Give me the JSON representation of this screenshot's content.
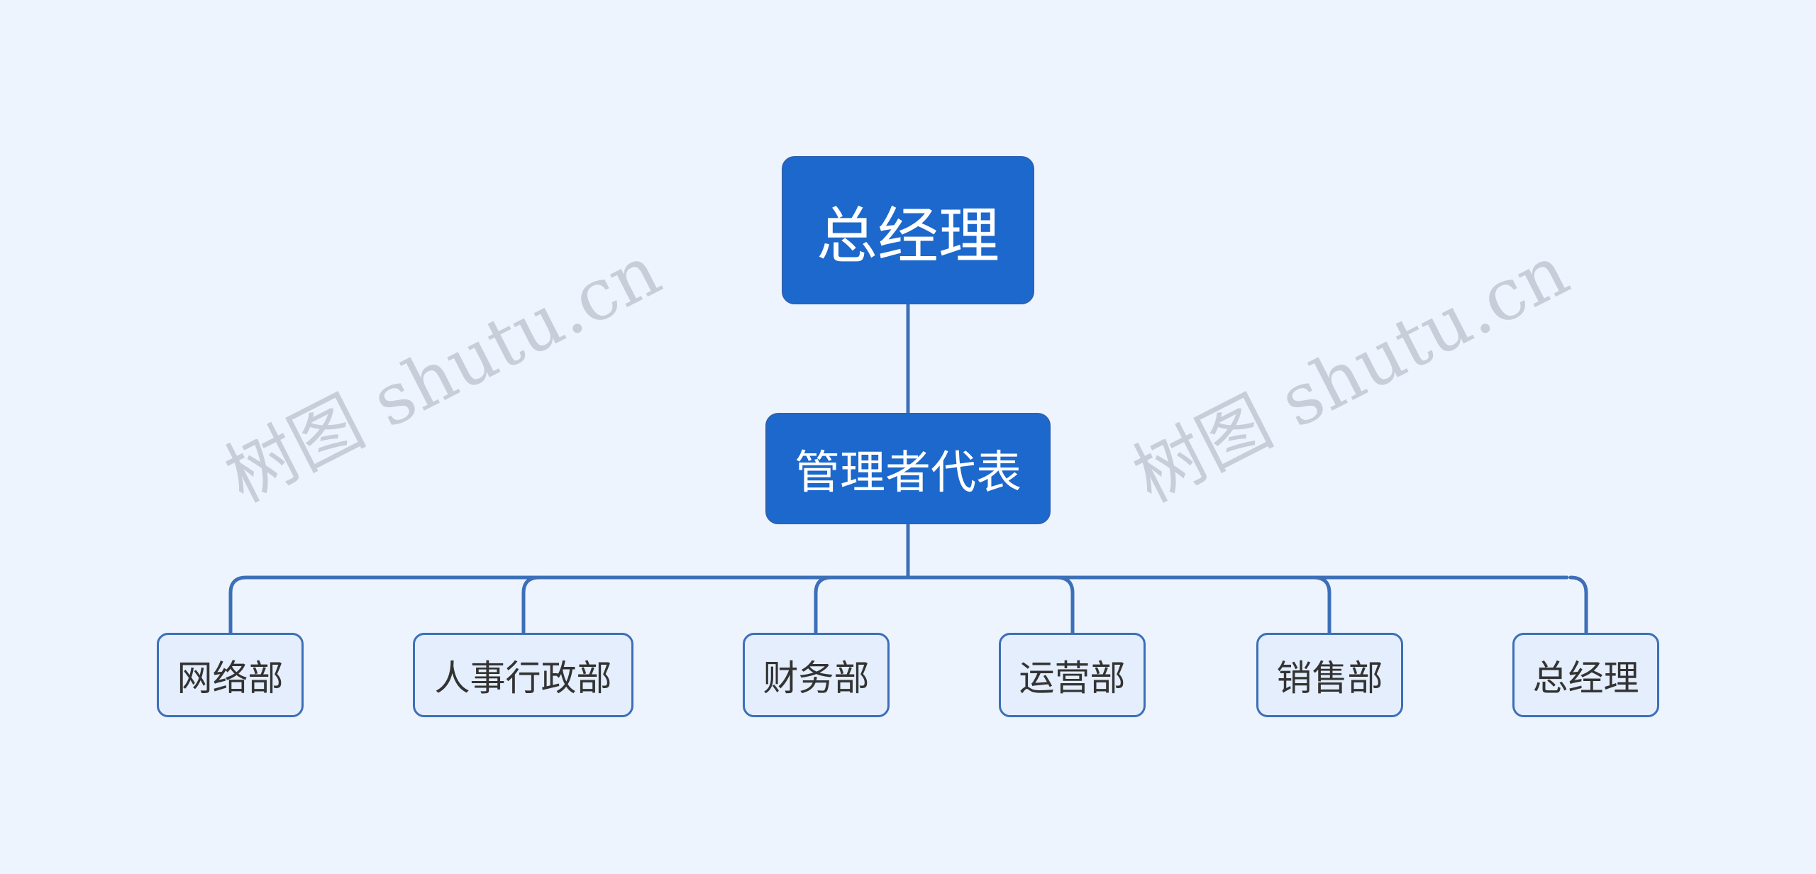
{
  "diagram": {
    "root": {
      "label": "总经理"
    },
    "middle": {
      "label": "管理者代表"
    },
    "departments": [
      {
        "label": "网络部"
      },
      {
        "label": "人事行政部"
      },
      {
        "label": "财务部"
      },
      {
        "label": "运营部"
      },
      {
        "label": "销售部"
      },
      {
        "label": "总经理"
      }
    ]
  },
  "watermarks": [
    {
      "text": "树图 shutu.cn"
    },
    {
      "text": "树图 shutu.cn"
    }
  ],
  "colors": {
    "background": "#eef4fe",
    "node_fill_dark": "#1c68cc",
    "node_fill_light": "#e4eefc",
    "connector": "#3c6fb8",
    "watermark": "#a8aeba"
  }
}
